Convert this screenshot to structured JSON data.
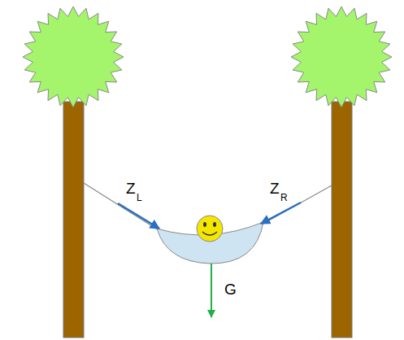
{
  "diagram": {
    "labels": [
      "Z",
      "L",
      "Z",
      "R",
      "G"
    ]
  }
}
